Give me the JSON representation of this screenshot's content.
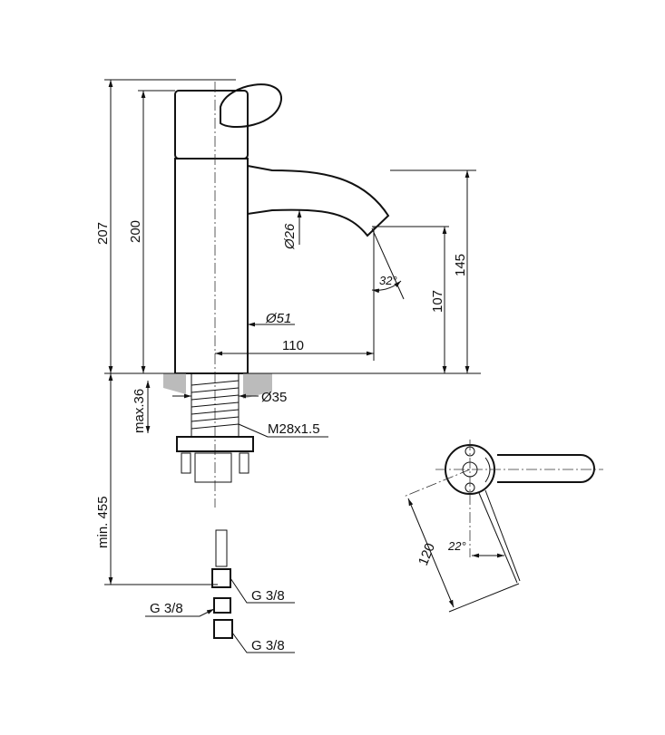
{
  "dimensions": {
    "total_height": "207",
    "spout_height": "200",
    "spout_diameter": "Ø26",
    "spout_angle": "32°",
    "spout_top_height": "145",
    "outlet_height": "107",
    "body_diameter": "Ø51",
    "projection": "110",
    "max_deck_thickness": "max.36",
    "shank_diameter": "Ø35",
    "thread": "M28x1.5",
    "min_hose_length": "min. 455",
    "hose_thread_top": "G 3/8",
    "adapter_thread": "G 3/8",
    "hose_thread_bottom": "G 3/8",
    "lever_angle": "22°",
    "lever_reach": "120"
  }
}
